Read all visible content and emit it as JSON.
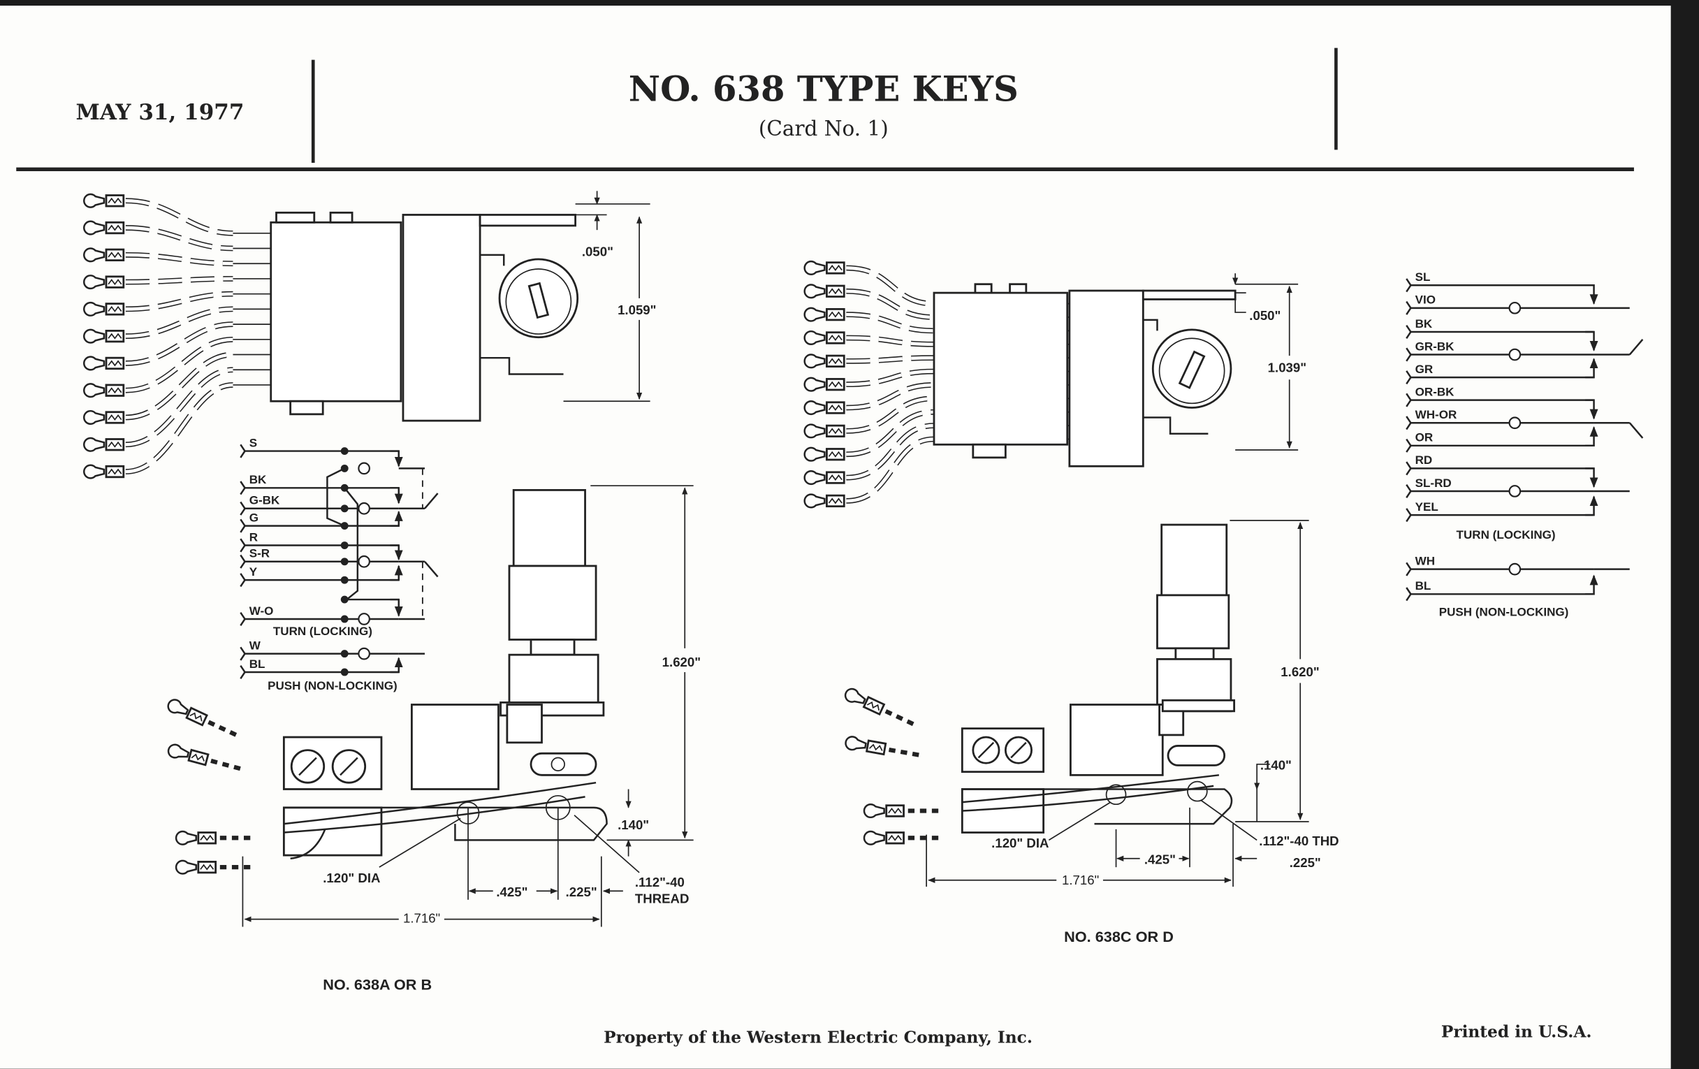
{
  "header": {
    "date": "MAY 31, 1977",
    "title": "NO. 638 TYPE KEYS",
    "subtitle": "(Card No. 1)"
  },
  "footer": {
    "property": "Property of the Western Electric Company, Inc.",
    "printed": "Printed in U.S.A."
  },
  "left_key": {
    "caption": "NO. 638A OR B",
    "dims": {
      "d050": ".050\"",
      "d1059": "1.059\"",
      "d1620": "1.620\"",
      "d140": ".140\"",
      "d425": ".425\"",
      "d225": ".225\"",
      "thread1": ".112\"-40",
      "thread2": "THREAD",
      "dia": ".120\" DIA",
      "d1716": "1.716\""
    },
    "schematic": {
      "turn_leads": [
        "S",
        "BK",
        "G-BK",
        "G",
        "R",
        "S-R",
        "Y",
        "W-O"
      ],
      "turn_label": "TURN (LOCKING)",
      "push_leads": [
        "W",
        "BL"
      ],
      "push_label": "PUSH (NON-LOCKING)"
    }
  },
  "right_key": {
    "caption": "NO. 638C OR D",
    "dims": {
      "d050": ".050\"",
      "d1039": "1.039\"",
      "d1620": "1.620\"",
      "d140": ".140\"",
      "d425": ".425\"",
      "d225": ".225\"",
      "thread": ".112\"-40 THD",
      "dia": ".120\" DIA",
      "d1716": "1.716\""
    },
    "schematic": {
      "turn_leads": [
        "SL",
        "VIO",
        "BK",
        "GR-BK",
        "GR",
        "OR-BK",
        "WH-OR",
        "OR",
        "RD",
        "SL-RD",
        "YEL"
      ],
      "turn_label": "TURN (LOCKING)",
      "push_leads": [
        "WH",
        "BL"
      ],
      "push_label": "PUSH (NON-LOCKING)"
    }
  }
}
